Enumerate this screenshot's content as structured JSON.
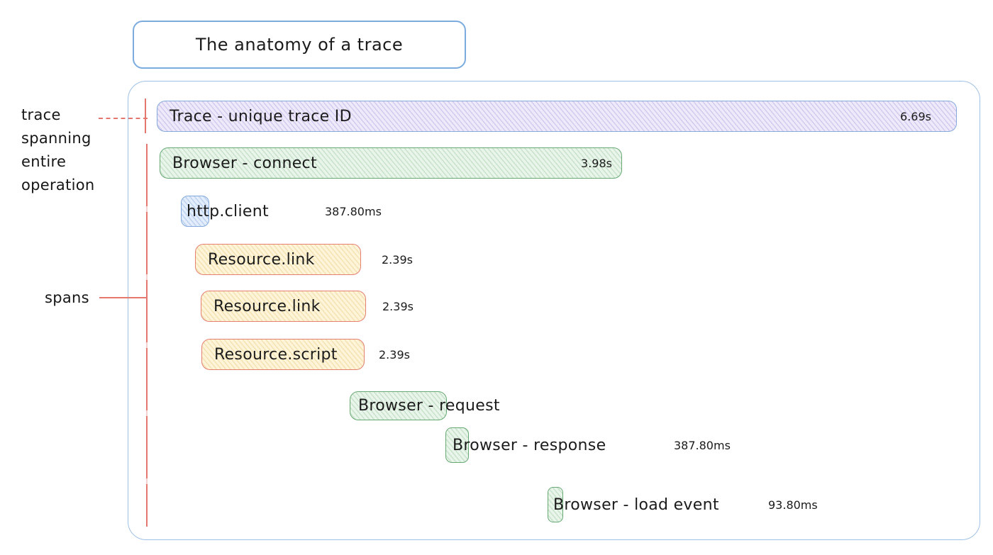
{
  "title": "The anatomy of a trace",
  "annotations": {
    "trace_note": "trace\nspanning\nentire\noperation",
    "spans_note": "spans"
  },
  "trace": {
    "label": "Trace - unique trace ID",
    "duration": "6.69s"
  },
  "spans": [
    {
      "label": "Browser - connect",
      "duration": "3.98s",
      "type": "browser"
    },
    {
      "label": "http.client",
      "duration": "387.80ms",
      "type": "http"
    },
    {
      "label": "Resource.link",
      "duration": "2.39s",
      "type": "resource"
    },
    {
      "label": "Resource.link",
      "duration": "2.39s",
      "type": "resource"
    },
    {
      "label": "Resource.script",
      "duration": "2.39s",
      "type": "resource"
    },
    {
      "label": "Browser - request",
      "type": "browser"
    },
    {
      "label": "Browser - response",
      "duration": "387.80ms",
      "type": "browser"
    },
    {
      "label": "Browser - load event",
      "duration": "93.80ms",
      "type": "browser"
    }
  ],
  "colors": {
    "trace-fill": "#efeafa",
    "trace-border": "#84a9da",
    "browser-fill": "#e9f5ea",
    "browser-border": "#67a974",
    "http-fill": "#e3edfb",
    "http-border": "#84a9da",
    "resource-fill": "#fdf4d9",
    "resource-border": "#e57f70",
    "annotation-line": "#e4786f",
    "frame-border": "#9fc0e5",
    "title-border": "#7cabdf"
  }
}
